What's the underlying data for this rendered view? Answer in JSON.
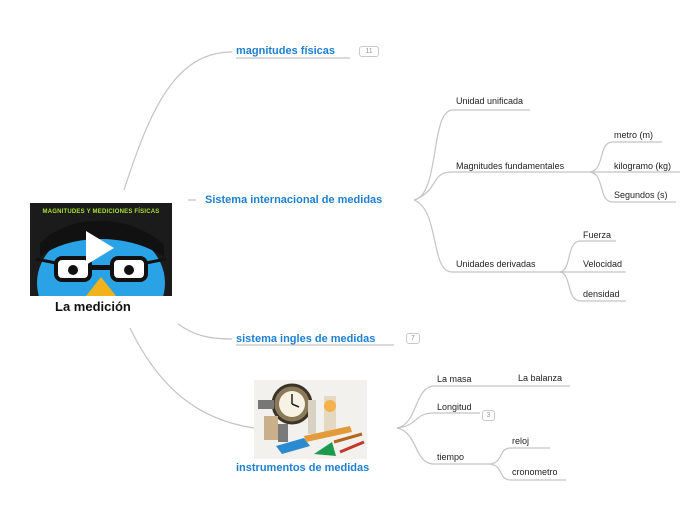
{
  "root": {
    "label": "La medición",
    "thumbnail_caption": "MAGNITUDES Y MEDICIONES FÍSICAS"
  },
  "branches": {
    "magnitudes": {
      "label": "magnitudes físicas",
      "badge": "11"
    },
    "si": {
      "label": "Sistema internacional de medidas"
    },
    "ingles": {
      "label": "sistema ingles de medidas",
      "badge": "7"
    },
    "instrumentos": {
      "label": "instrumentos de medidas"
    }
  },
  "si_children": {
    "unificada": "Unidad unificada",
    "fundamentales": "Magnitudes fundamentales",
    "derivadas": "Unidades derivadas"
  },
  "fundamentales_children": {
    "metro": "metro (m)",
    "kilogramo": "kilogramo (kg)",
    "segundos": "Segundos (s)"
  },
  "derivadas_children": {
    "fuerza": "Fuerza",
    "velocidad": "Velocidad",
    "densidad": "densidad"
  },
  "instrumentos_children": {
    "masa": "La masa",
    "balanza": "La balanza",
    "longitud": "Longitud",
    "longitud_badge": "3",
    "tiempo": "tiempo",
    "reloj": "reloj",
    "cronometro": "cronometro"
  },
  "colors": {
    "branch_text": "#1d7fd1",
    "connector": "#c4c4c4",
    "thumb_face": "#2aa3e6"
  }
}
